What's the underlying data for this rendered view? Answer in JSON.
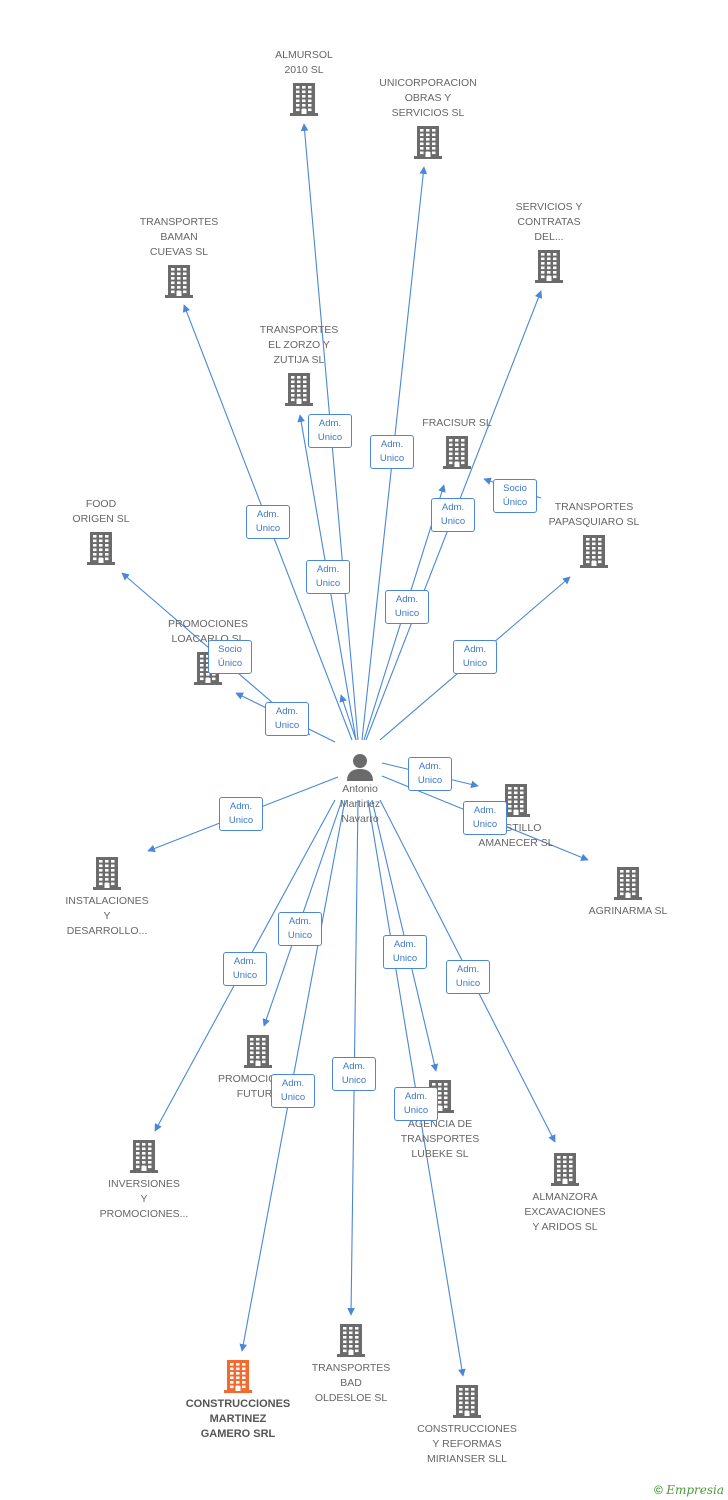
{
  "center": {
    "name": "Antonio\nMartinez\nNavarro",
    "icon": "person-icon"
  },
  "colors": {
    "edge": "#4a87d8",
    "building": "#6b6b6b",
    "highlight": "#f26a2e"
  },
  "nodes": [
    {
      "id": "almursol",
      "label": "ALMURSOL\n2010 SL"
    },
    {
      "id": "unicorporacion",
      "label": "UNICORPORACION\nOBRAS Y\nSERVICIOS SL"
    },
    {
      "id": "servicios-contratas",
      "label": "SERVICIOS Y\nCONTRATAS\nDEL..."
    },
    {
      "id": "transportes-baman",
      "label": "TRANSPORTES\nBAMAN\nCUEVAS SL"
    },
    {
      "id": "transportes-zorzo",
      "label": "TRANSPORTES\nEL ZORZO Y\nZUTIJA SL"
    },
    {
      "id": "fracisur",
      "label": "FRACISUR SL"
    },
    {
      "id": "transportes-papasquiaro",
      "label": "TRANSPORTES\nPAPASQUIARO SL"
    },
    {
      "id": "food-origen",
      "label": "FOOD\nORIGEN  SL"
    },
    {
      "id": "promociones-loacarlo",
      "label": "PROMOCIONES\nLOACARLO SL"
    },
    {
      "id": "castillo-amanecer",
      "label": "CASTILLO\nAMANECER SL"
    },
    {
      "id": "agrinarma",
      "label": "AGRINARMA SL"
    },
    {
      "id": "instalaciones",
      "label": "INSTALACIONES\nY\nDESARROLLO..."
    },
    {
      "id": "promociones-futura",
      "label": "PROMOCIONES\nFUTURA"
    },
    {
      "id": "agencia-lubeke",
      "label": "AGENCIA DE\nTRANSPORTES\nLUBEKE SL"
    },
    {
      "id": "inversiones",
      "label": "INVERSIONES\nY\nPROMOCIONES..."
    },
    {
      "id": "almanzora",
      "label": "ALMANZORA\nEXCAVACIONES\nY ARIDOS SL"
    },
    {
      "id": "construcciones-gamero",
      "label": "CONSTRUCCIONES\nMARTINEZ\nGAMERO SRL"
    },
    {
      "id": "transportes-bad",
      "label": "TRANSPORTES\nBAD\nOLDESLOE SL"
    },
    {
      "id": "construcciones-mirianser",
      "label": "CONSTRUCCIONES\nY REFORMAS\nMIRIANSER SLL"
    }
  ],
  "edge_labels": [
    "Adm.\nUnico",
    "Adm.\nUnico",
    "Adm.\nUnico",
    "Adm.\nUnico",
    "Adm.\nUnico",
    "Adm.\nUnico",
    "Socio\nÚnico",
    "Adm.\nUnico",
    "Socio\nÚnico",
    "Adm.\nUnico",
    "Adm.\nUnico",
    "Adm.\nUnico",
    "Adm.\nUnico",
    "Adm.\nUnico",
    "Adm.\nUnico",
    "Adm.\nUnico",
    "Adm.\nUnico",
    "Adm.\nUnico",
    "Adm.\nUnico",
    "Adm.\nUnico",
    "Adm.\nUnico"
  ],
  "footer": {
    "copyright": "©",
    "brand": "Empresia"
  }
}
